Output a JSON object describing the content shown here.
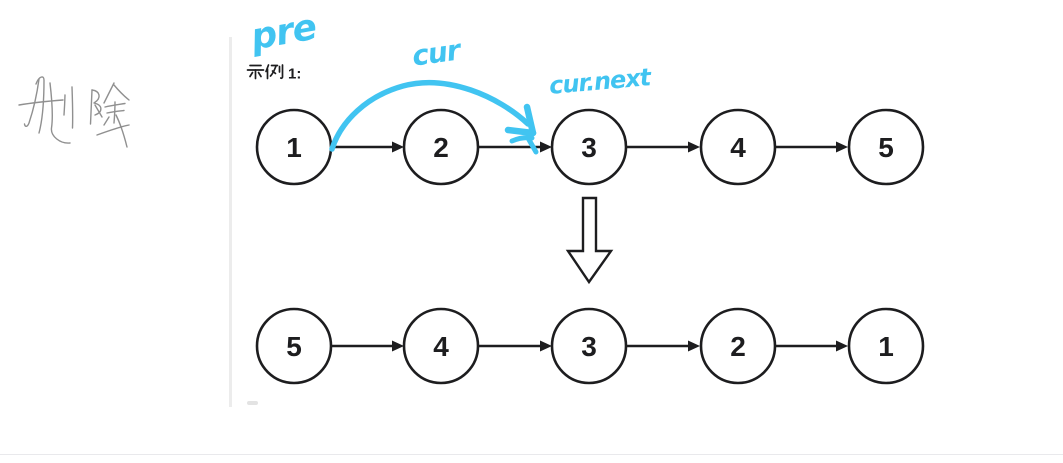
{
  "example": {
    "label": "示例 1:",
    "suffix": "1:"
  },
  "annotations": {
    "delete_note": "删除",
    "pre": "pre",
    "cur": "cur",
    "cur_next": "cur.next"
  },
  "colors": {
    "marker_blue": "#41c4f1",
    "ink_black": "#1d1d1f",
    "pencil_gray": "#909090",
    "divider_gray": "#ececec"
  },
  "diagram": {
    "top_list": [
      "1",
      "2",
      "3",
      "4",
      "5"
    ],
    "bottom_list": [
      "5",
      "4",
      "3",
      "2",
      "1"
    ]
  }
}
